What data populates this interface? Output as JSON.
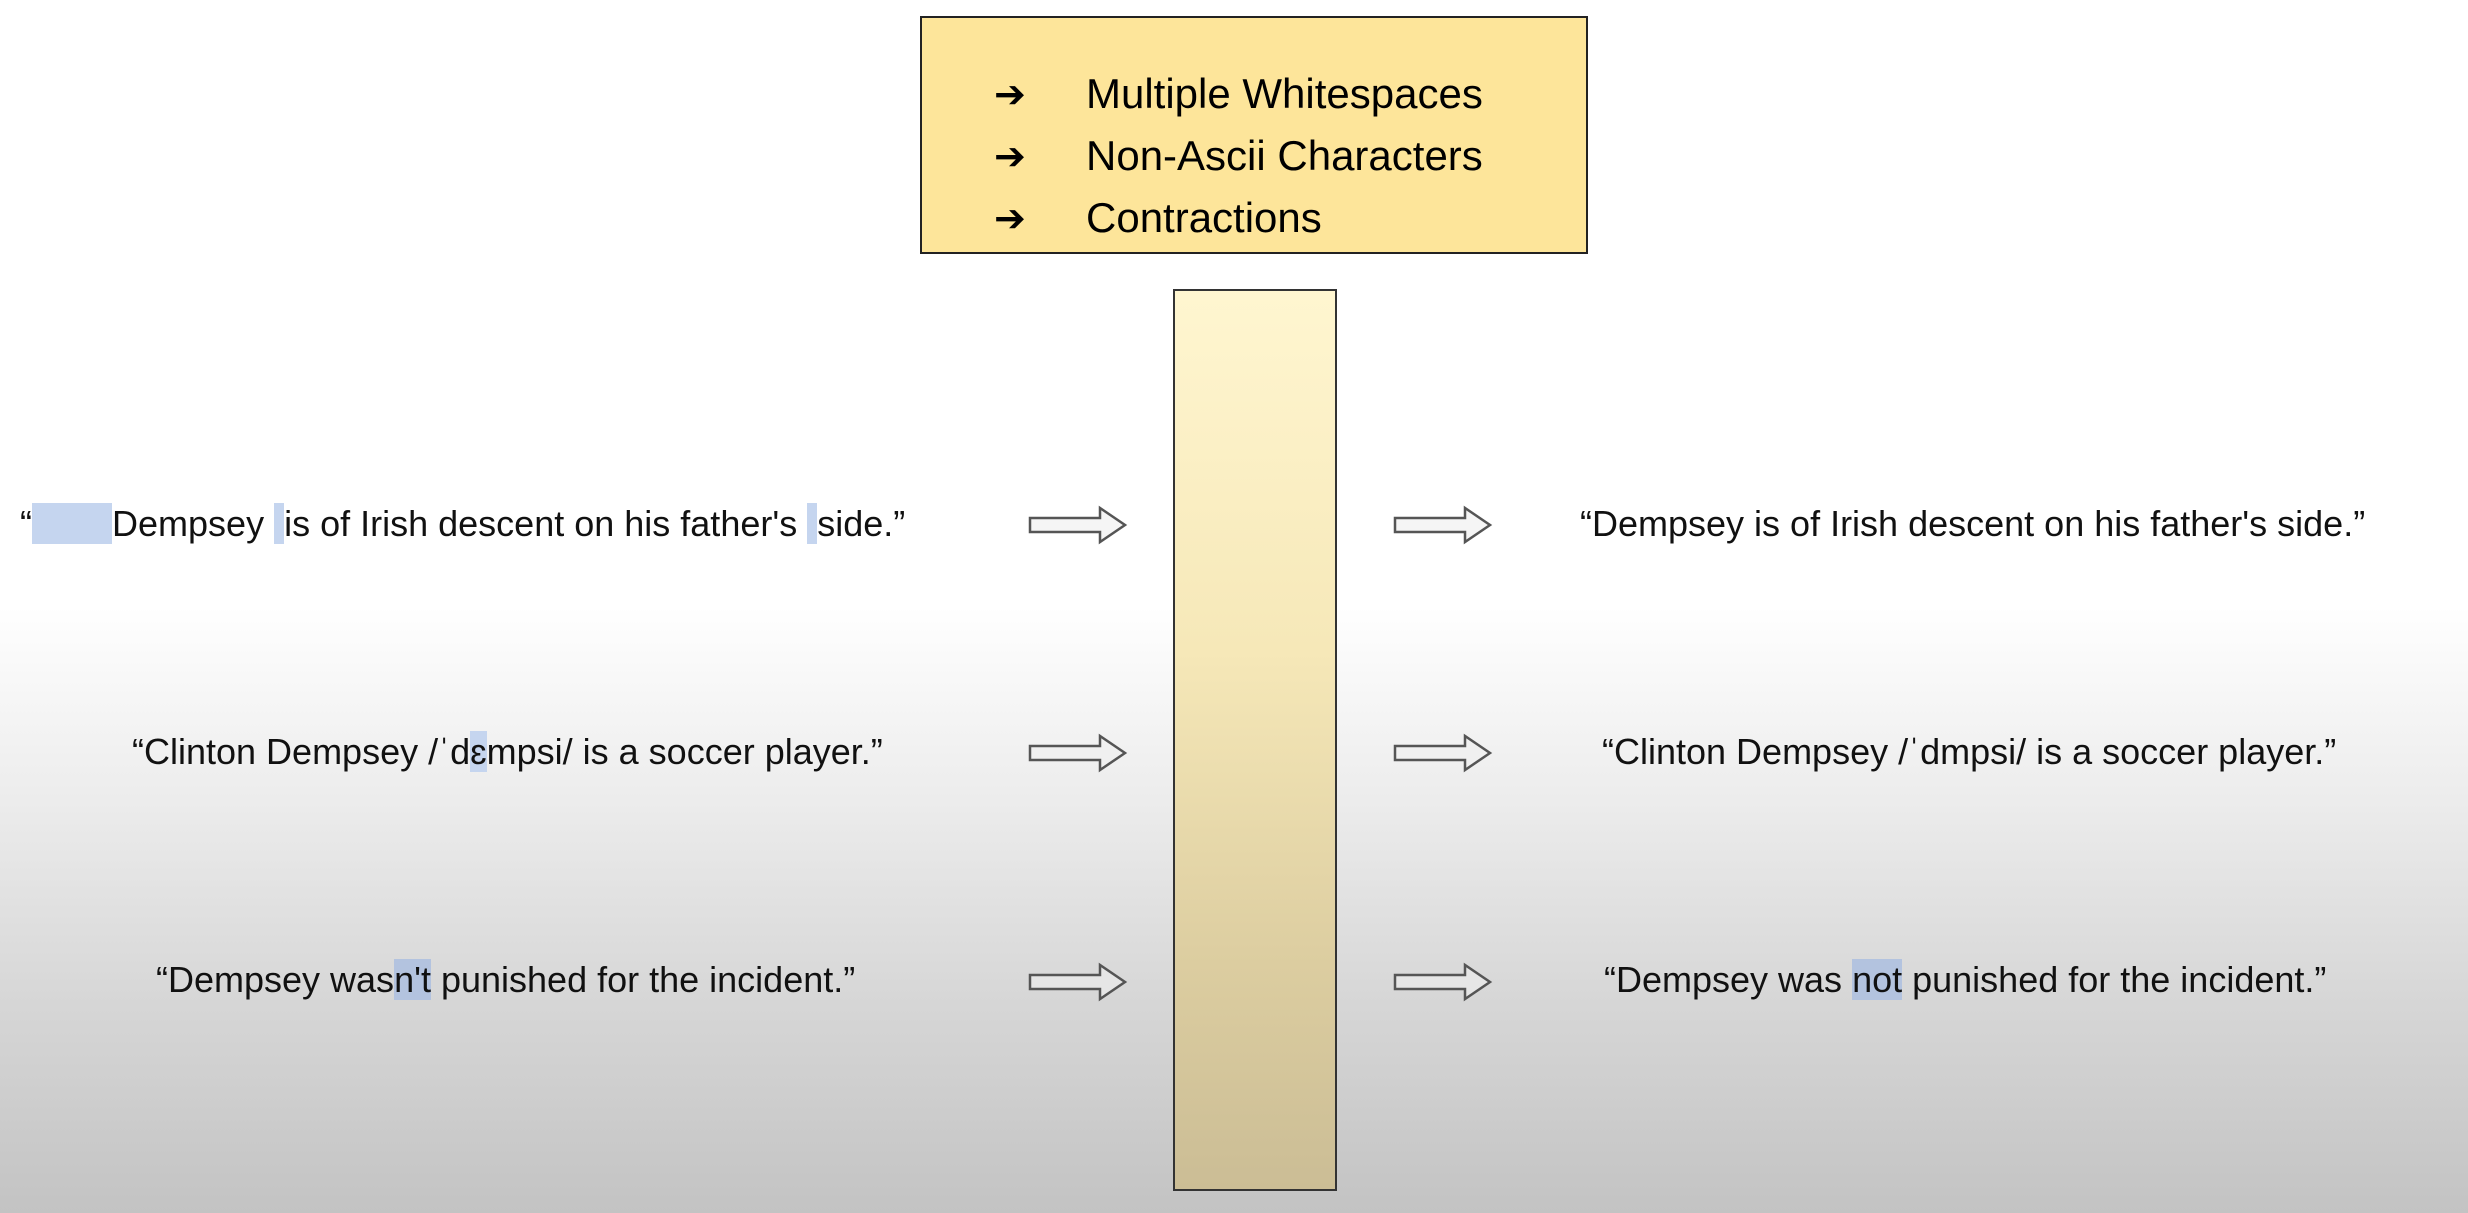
{
  "legend": {
    "arrow_glyph": "➔",
    "items": [
      {
        "label": "Multiple Whitespaces"
      },
      {
        "label": "Non-Ascii Characters"
      },
      {
        "label": "Contractions"
      }
    ]
  },
  "rows": [
    {
      "input": {
        "open_quote": "“",
        "ws1": "        ",
        "part1": "Dempsey ",
        "ws2": " ",
        "part2": "is of Irish descent on his father's ",
        "ws3": " ",
        "part3": "side.”"
      },
      "output": "“Dempsey is of Irish descent on his father's side.”"
    },
    {
      "input": {
        "before": "“Clinton Dempsey /ˈd",
        "highlight": "ɛ",
        "after": "mpsi/ is a soccer player.”"
      },
      "output": "“Clinton Dempsey /ˈdmpsi/ is a soccer player.”"
    },
    {
      "input": {
        "before": "“Dempsey was",
        "highlight": "n't",
        "after": " punished for the incident.”"
      },
      "output": {
        "before": "“Dempsey was ",
        "highlight": "not",
        "after": " punished for the incident.”"
      }
    }
  ],
  "colors": {
    "legend_fill": "#fde59a",
    "highlight": "#c5d5ef",
    "column_fill_top": "#fff6d0",
    "column_fill_bottom": "#cbbd95"
  }
}
